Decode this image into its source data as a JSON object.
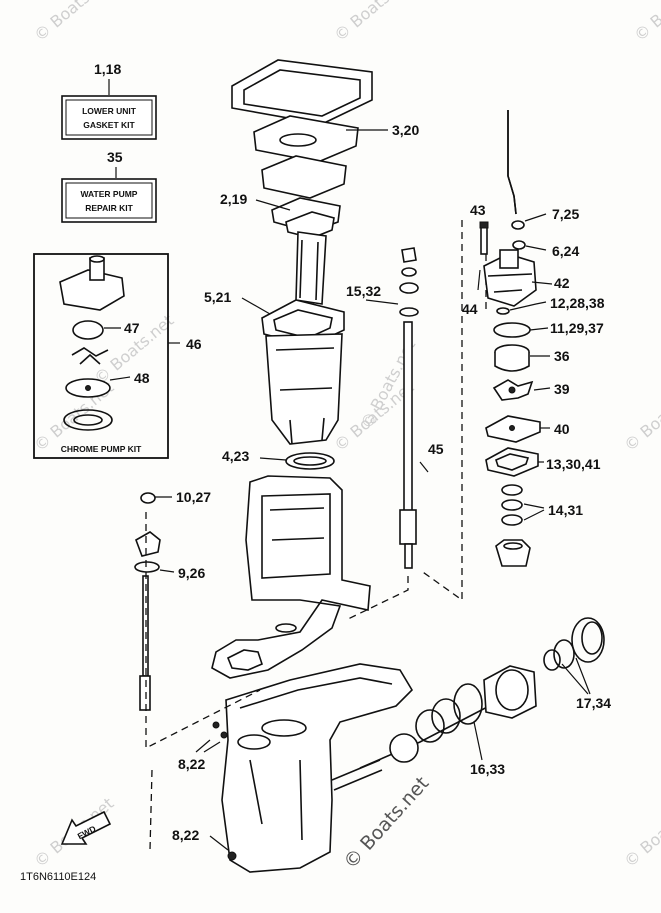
{
  "kits": {
    "lower_unit": {
      "ref": "1,18",
      "line1": "LOWER UNIT",
      "line2": "GASKET KIT"
    },
    "water_pump": {
      "ref": "35",
      "line1": "WATER PUMP",
      "line2": "REPAIR KIT"
    },
    "chrome_pump": {
      "ref": "46",
      "title": "CHROME PUMP KIT"
    }
  },
  "callouts": {
    "c_3_20": "3,20",
    "c_2_19": "2,19",
    "c_5_21": "5,21",
    "c_15_32": "15,32",
    "c_4_23": "4,23",
    "c_10_27": "10,27",
    "c_9_26": "9,26",
    "c_8_22_a": "8,22",
    "c_8_22_b": "8,22",
    "c_43": "43",
    "c_44": "44",
    "c_7_25": "7,25",
    "c_6_24": "6,24",
    "c_42": "42",
    "c_12_28_38": "12,28,38",
    "c_11_29_37": "11,29,37",
    "c_36": "36",
    "c_39": "39",
    "c_40": "40",
    "c_13_30_41": "13,30,41",
    "c_14_31": "14,31",
    "c_45": "45",
    "c_47": "47",
    "c_48": "48",
    "c_17_34": "17,34",
    "c_16_33": "16,33"
  },
  "direction": "FWD",
  "diagram_code": "1T6N6110E124",
  "watermark": "© Boats.net"
}
